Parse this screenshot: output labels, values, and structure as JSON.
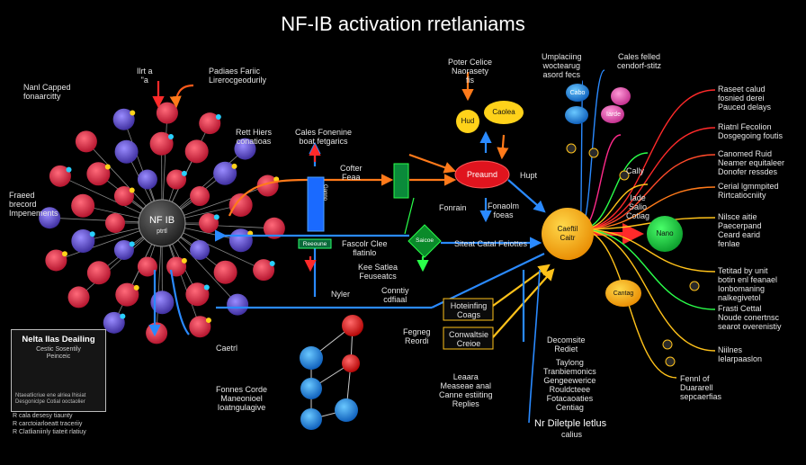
{
  "title": "NF-IB activation rretlaniams",
  "labels": {
    "top_left": "Nanl Capped\nfonaarcitty",
    "nucleus_top": "Ilrt a\n\"a",
    "nucleus_top2": "Padiaes Fariic\nLirerocgeodurily",
    "left_mid": "Fraeed\nbrecord\nImpenements",
    "nucleus_core": "NF IB",
    "nucleus_core_sub": "ptrtl",
    "top_mid1": "Rett Hiers\nconatioas",
    "top_mid2": "Cales Fonenine\nboat fetgarics",
    "top_center": "Poter Celice\nNaorasety\nfis",
    "top_right1": "Umplaciing\nwoctearug\nasord fecs",
    "top_right2": "Cales felled\ncendorf-stitz",
    "node_hud": "Hud",
    "node_caolea": "Caolea",
    "node_cabo": "Cabo",
    "node_iarde": "Iarde",
    "cofter": "Cofter\nFeaa",
    "center_red": "Preaund",
    "hupt": "Hupt",
    "fonrain": "Fonrain",
    "fonaolm": "Fonaolm\nfoeas",
    "vert_bar": "Ganno",
    "receptor": "Reeoune",
    "green_diamond": "Saicoe",
    "mid_left_red": "Fascolr Clee\nflatinlo",
    "mid_small": "Siteat Catal Feiottes",
    "kee_left": "Kee Satlea\nFeuseatcs",
    "nyler": "Nyler",
    "conntiy": "Conntiy\ncdfiaal",
    "box1": "Hoteinfing\nCoags",
    "box2": "Conwaltsie\nCreioe",
    "fegneg": "Fegneg\nReordi",
    "leaan": "Leaara\nMeaseae anal\nCanne estiiting\nReplies",
    "orange_big": "Caeftil\nCaitr",
    "green_big": "Nano",
    "orange_small": "Cantag",
    "cally": "Cally",
    "iade": "Iade\nSalio\nCotiag",
    "red_caetrl": "Caetrl",
    "fonnes": "Fonnes Corde\nManeonioel\nIoatngulagive",
    "decomsite": "Decomsite\nRediet",
    "taylong": "Taylong\nTranbiemonics\nGengeewerice\nRouldcteee\nFotacaoaties\nCentiag",
    "nr": "Nr Diletple letlus",
    "nr_sub": "calius",
    "r1": "Raseet calud\nfosnied derei\nPauced delays",
    "r2": "Riatnl Fecolion\nDosgegoing foutis",
    "r3": "Canomed Ruid\nNeamer equitaleer\nDonofer ressdes",
    "r4": "Cerial lgmmpited\nRirtcatiocniity",
    "r5": "Nilsce aitie\nPaecerpand\nCeard earid\nfenlae",
    "r6": "Tetitad by unit\nbotin enl feanael\nIonbomaning\nnalkegivetol",
    "r7": "Frasti Cettal\nNoude conertnsc\nsearot overenistiy",
    "r8": "Niilnes\nIelarpaaslon",
    "r9": "Fennl of\nDuararell\nsepcaerfias"
  },
  "panel": {
    "title": "Nelta IIas Deailing",
    "sub": "Cestic Sosentily\nPeinceic",
    "foot": "Ntaeatlicriue ene alriea lhisiat\nDesgoniclpe Cotial ooctaolier"
  },
  "below_panel": "R cala desesy tiaunty\nR carctoiarloeatt traceriiy\nR Clatlianiinly tiateit rlatiuy"
}
